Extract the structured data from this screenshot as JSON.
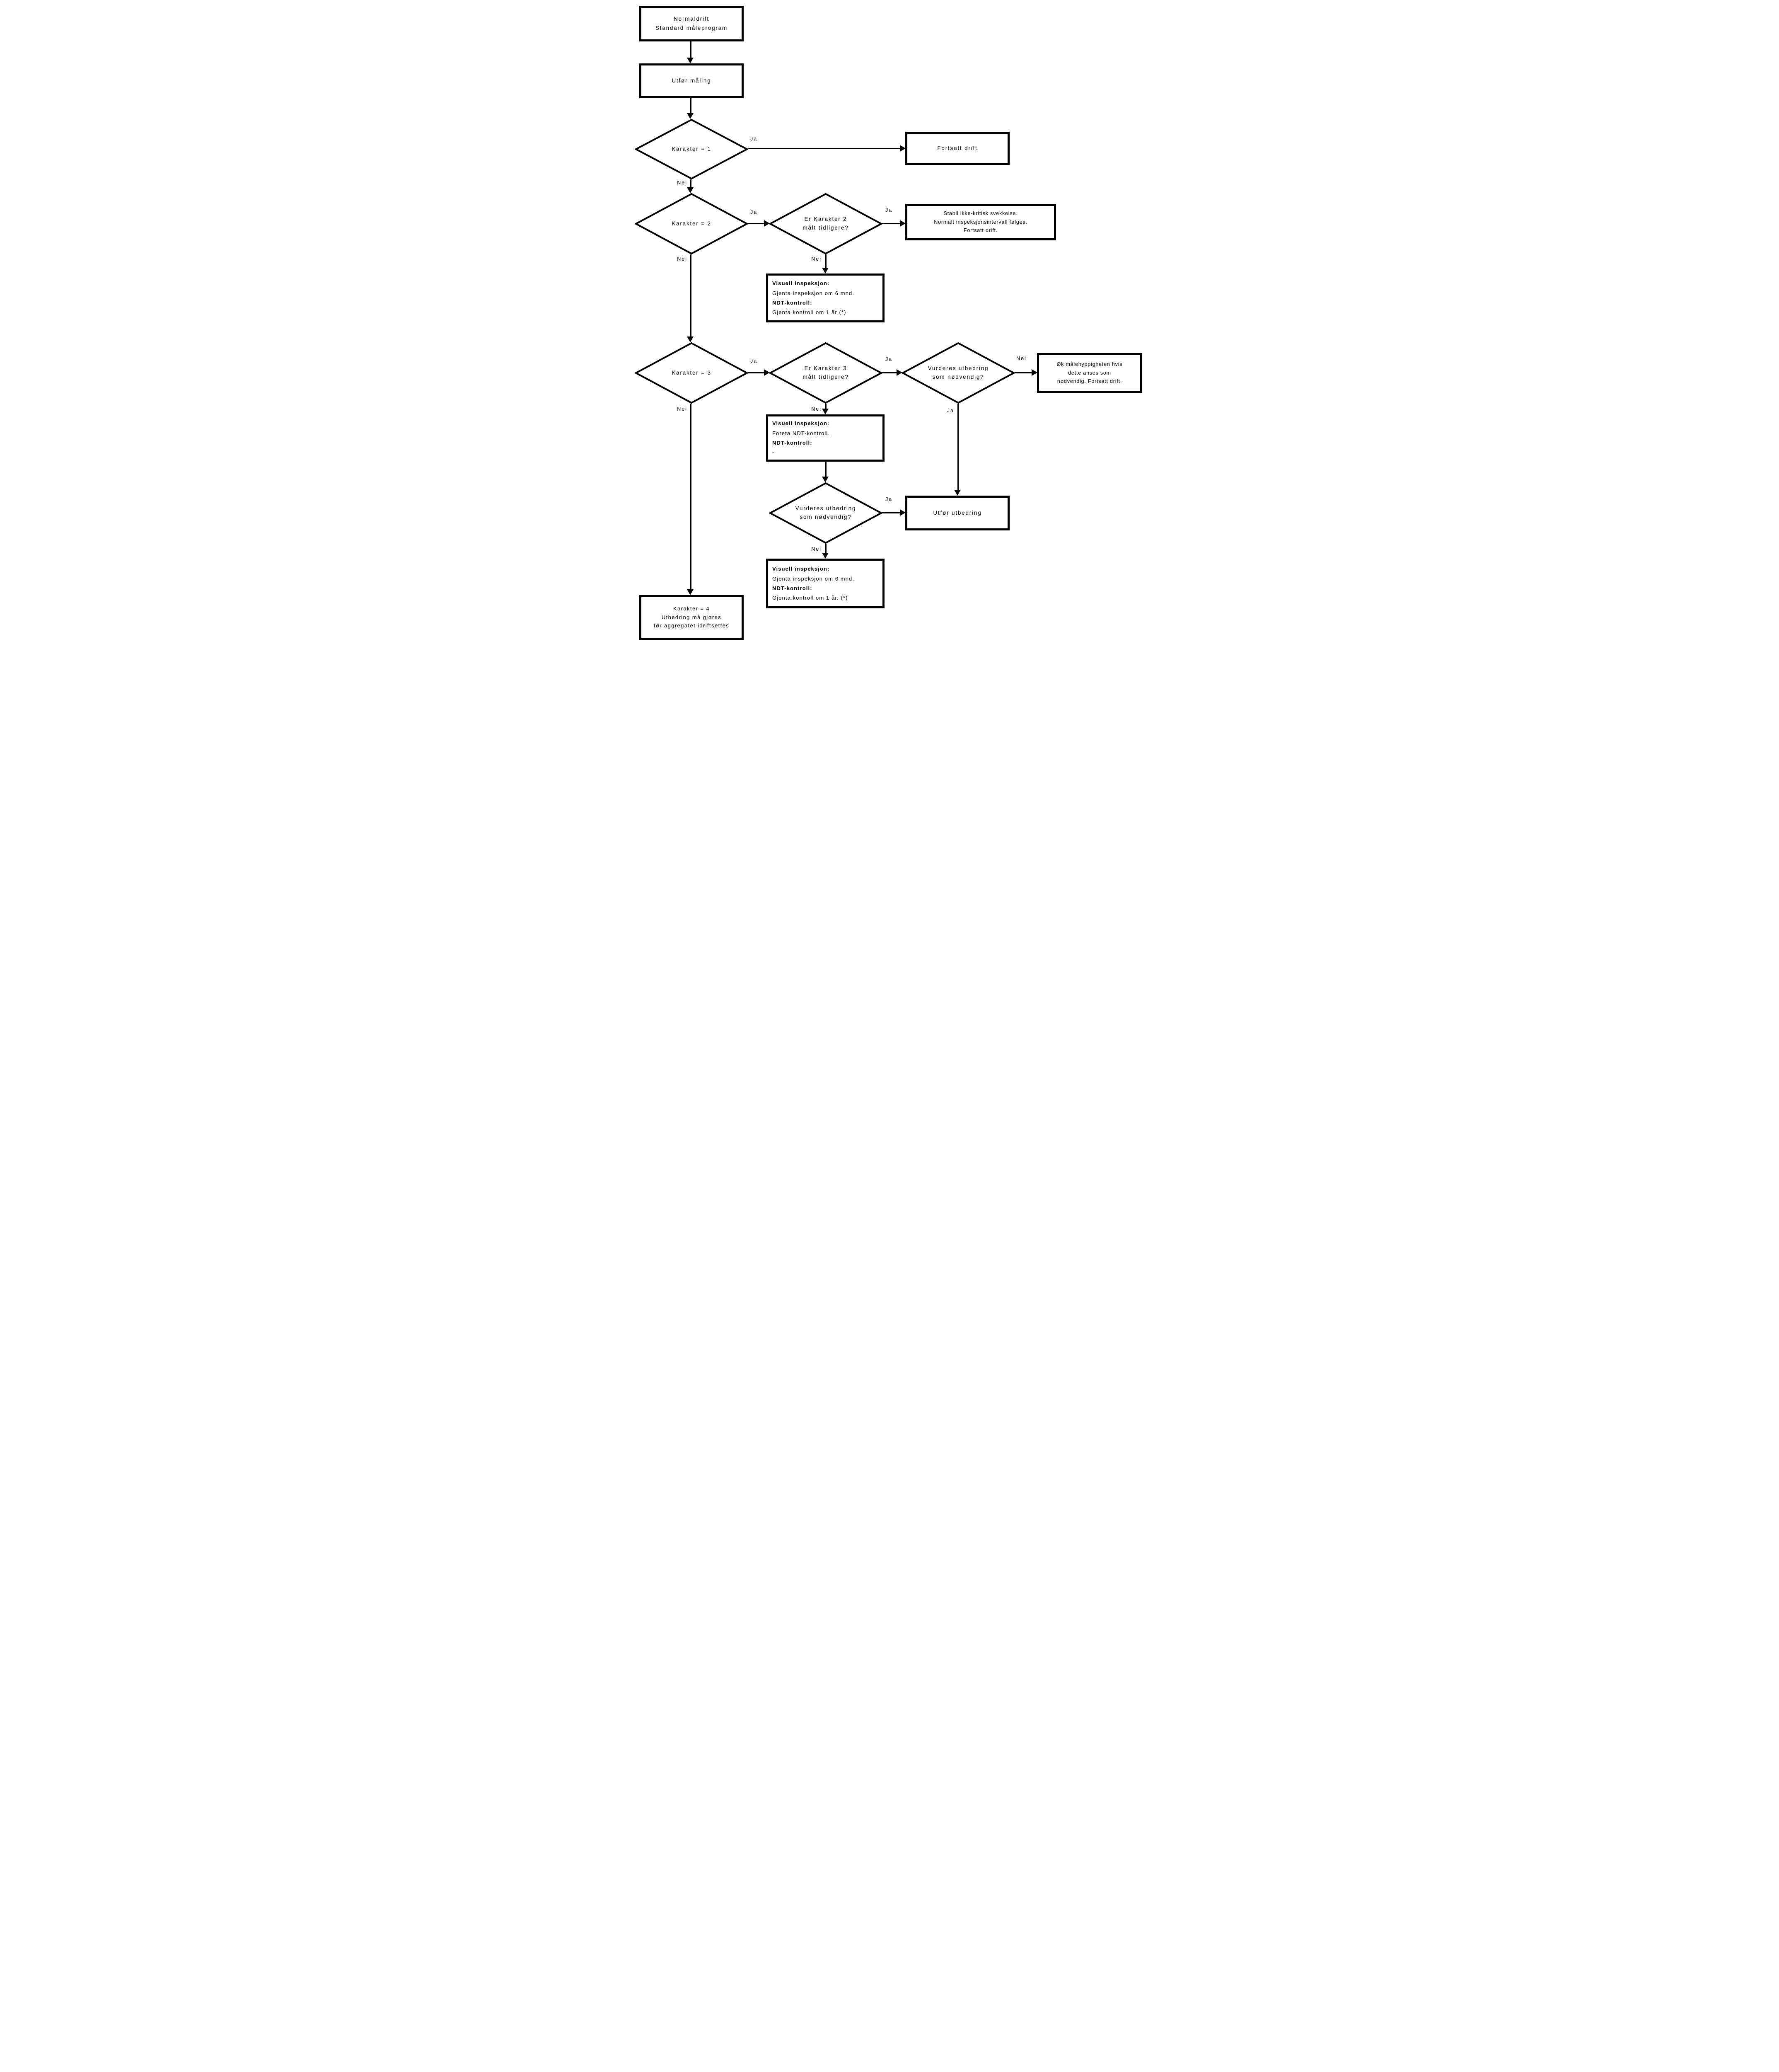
{
  "colors": {
    "ink": "#000000",
    "paper": "#ffffff"
  },
  "nodes": {
    "start": {
      "line1": "Normaldrift",
      "line2": "Standard måleprogram"
    },
    "utfor_maling": {
      "label": "Utfør måling"
    },
    "karakter1": {
      "label": "Karakter = 1"
    },
    "fortsatt_drift": {
      "label": "Fortsatt drift"
    },
    "karakter2": {
      "label": "Karakter = 2"
    },
    "er_karakter2": {
      "line1": "Er Karakter 2",
      "line2": "målt tidligere?"
    },
    "stabil": {
      "line1": "Stabil ikke-kritisk svekkelse.",
      "line2": "Normalt inspeksjonsintervall følges.",
      "line3": "Fortsatt drift."
    },
    "visuell1": {
      "line1": "Visuell inspeksjon:",
      "line2": "Gjenta inspeksjon om 6 mnd.",
      "line3": "NDT-kontroll:",
      "line4": "Gjenta kontroll om 1 år (*)"
    },
    "karakter3": {
      "label": "Karakter = 3"
    },
    "er_karakter3": {
      "line1": "Er Karakter 3",
      "line2": "målt tidligere?"
    },
    "vurderes1": {
      "line1": "Vurderes utbedring",
      "line2": "som nødvendig?"
    },
    "ok_malehyppighet": {
      "line1": "Øk målehyppigheten hvis",
      "line2": "dette anses som",
      "line3": "nødvendig. Fortsatt drift."
    },
    "visuell2": {
      "line1": "Visuell inspeksjon:",
      "line2": "Foreta NDT-kontroll.",
      "line3": "NDT-kontroll:",
      "line4": "-"
    },
    "vurderes2": {
      "line1": "Vurderes utbedring",
      "line2": "som nødvendig?"
    },
    "utfor_utbedring": {
      "label": "Utfør utbedring"
    },
    "visuell3": {
      "line1": "Visuell inspeksjon:",
      "line2": "Gjenta inspeksjon om 6 mnd.",
      "line3": "NDT-kontroll:",
      "line4": "Gjenta kontroll om 1 år. (*)"
    },
    "karakter4": {
      "line1": "Karakter = 4",
      "line2": "Utbedring må gjøres",
      "line3": "før aggregatet idriftsettes"
    }
  },
  "edge_labels": {
    "ja": "Ja",
    "nei": "Nei"
  }
}
